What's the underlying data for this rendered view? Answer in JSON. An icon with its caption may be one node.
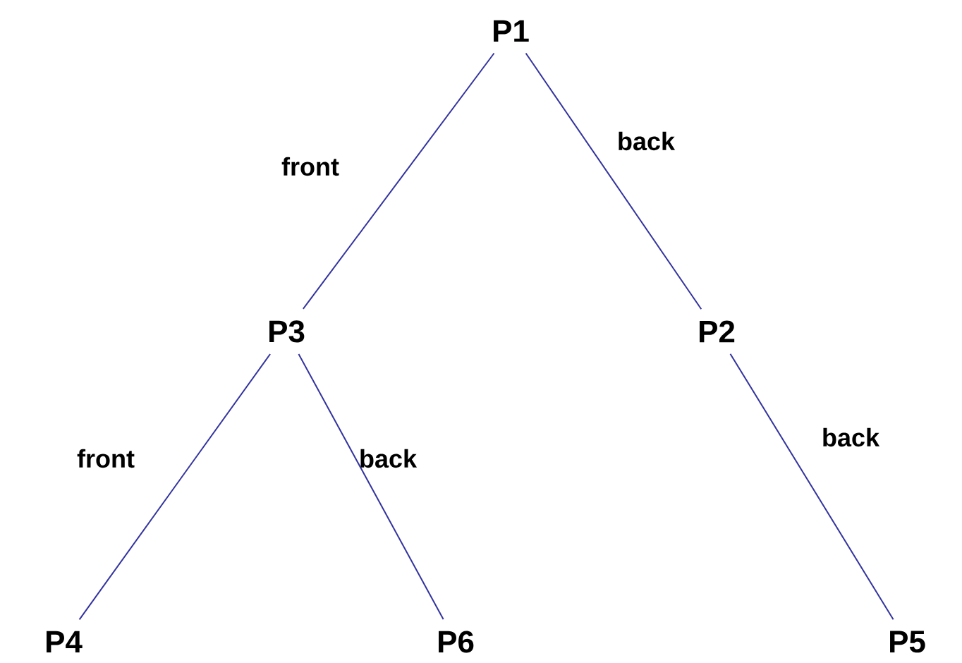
{
  "diagram": {
    "nodes": [
      {
        "text": [
          "P1"
        ]
      },
      {
        "text": [
          "P3"
        ]
      },
      {
        "text": [
          "P2"
        ]
      },
      {
        "text": [
          "P4"
        ]
      },
      {
        "text": [
          "P6"
        ]
      },
      {
        "text": [
          "P5"
        ]
      }
    ],
    "edges": [
      {
        "from": 0,
        "to": 1,
        "arrow": "none",
        "label": "front"
      },
      {
        "from": 0,
        "to": 2,
        "arrow": "none",
        "label": "back"
      },
      {
        "from": 1,
        "to": 3,
        "arrow": "none",
        "label": "front"
      },
      {
        "from": 1,
        "to": 4,
        "arrow": "none",
        "label": "back"
      },
      {
        "from": 2,
        "to": 5,
        "arrow": "none",
        "label": "back"
      }
    ]
  }
}
